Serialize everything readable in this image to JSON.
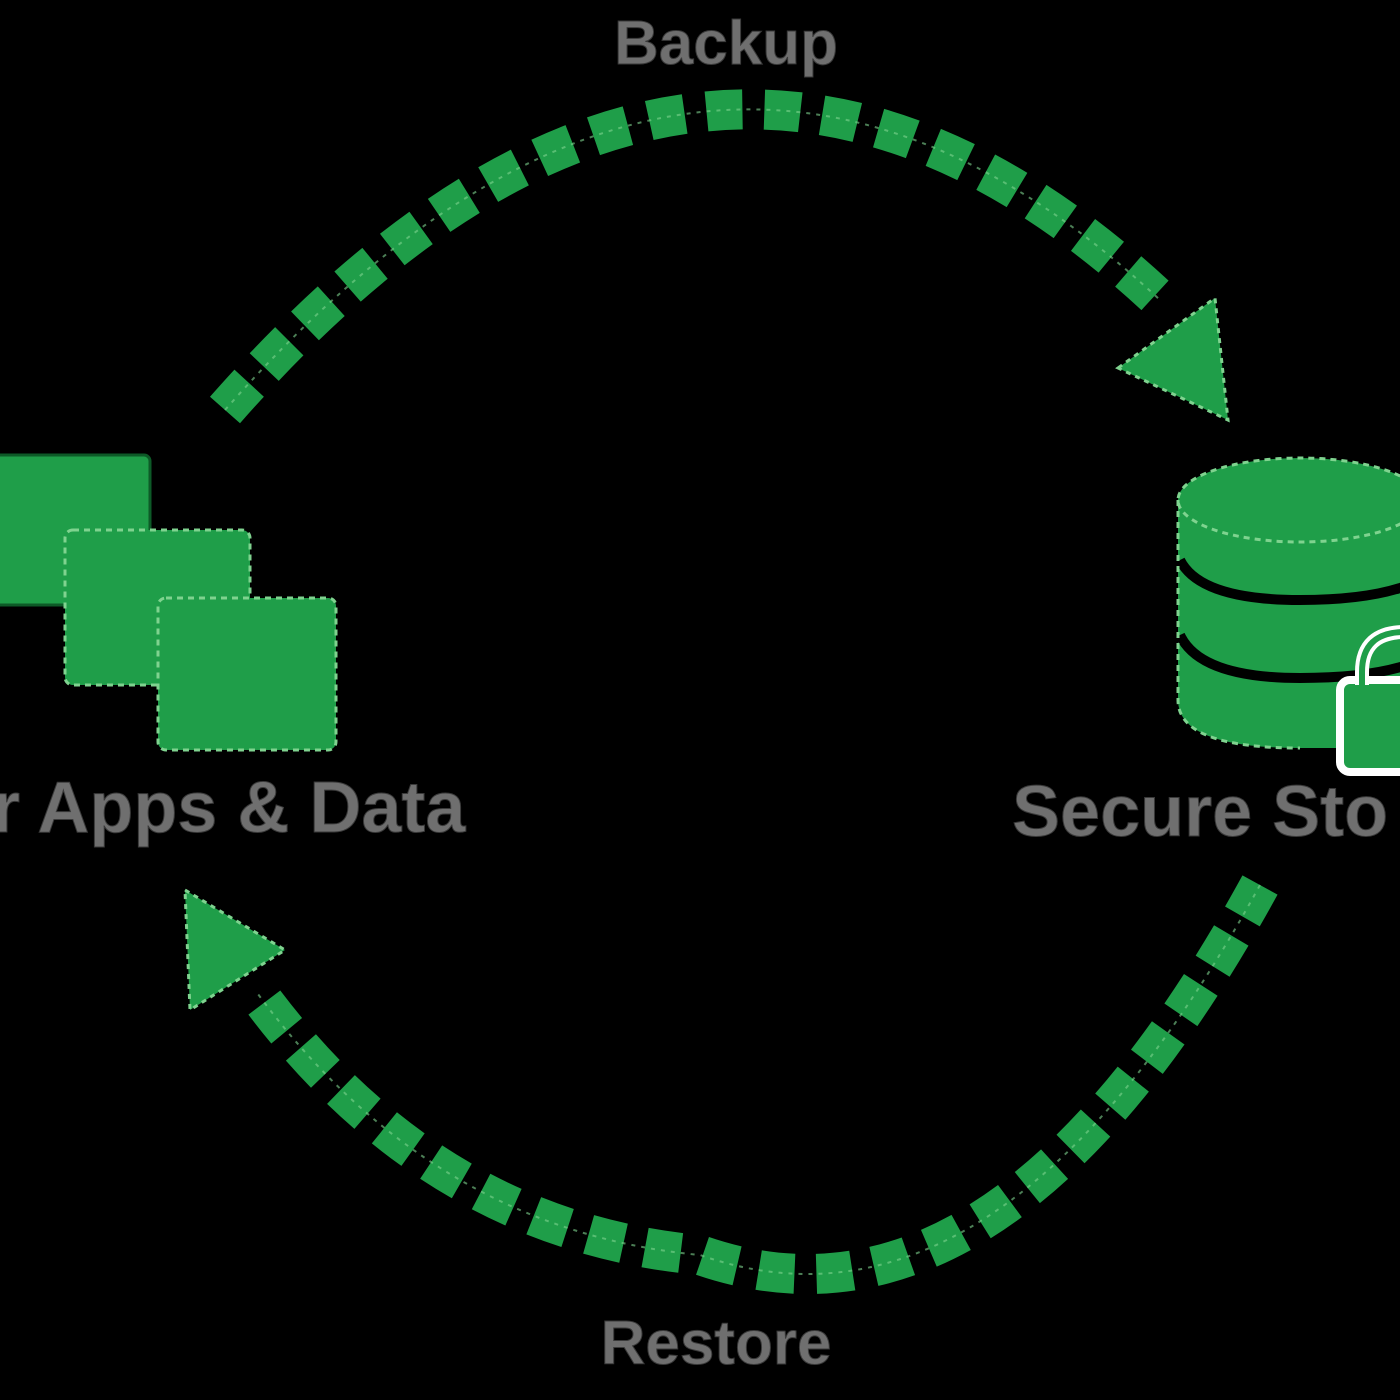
{
  "labels": {
    "backup": "Backup",
    "restore": "Restore",
    "apps_data": "r Apps & Data",
    "secure_storage": "Secure Sto"
  },
  "icons": {
    "apps": "stacked-windows-icon",
    "storage": "database-icon",
    "lock": "padlock-icon",
    "backup_arrow": "arrow-icon",
    "restore_arrow": "arrow-icon"
  },
  "colors": {
    "background": "#000000",
    "accent": "#1f9e49",
    "accent_edge": "#7fd38f",
    "text": "#6f6f6f"
  }
}
